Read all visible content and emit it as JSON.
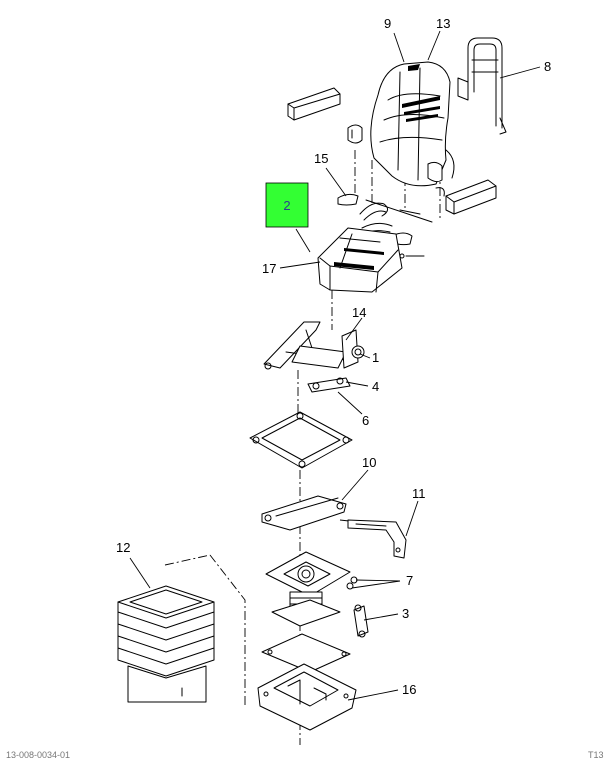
{
  "diagram": {
    "highlight": {
      "label": "2",
      "color": "#33ff33"
    },
    "callouts": {
      "c9": "9",
      "c13": "13",
      "c8": "8",
      "c15": "15",
      "c17": "17",
      "c14": "14",
      "c1": "1",
      "c4": "4",
      "c6": "6",
      "c10": "10",
      "c11": "11",
      "c12": "12",
      "c7": "7",
      "c3": "3",
      "c16": "16"
    }
  },
  "footer": {
    "left": "13-008-0034-01",
    "right": "T13"
  }
}
